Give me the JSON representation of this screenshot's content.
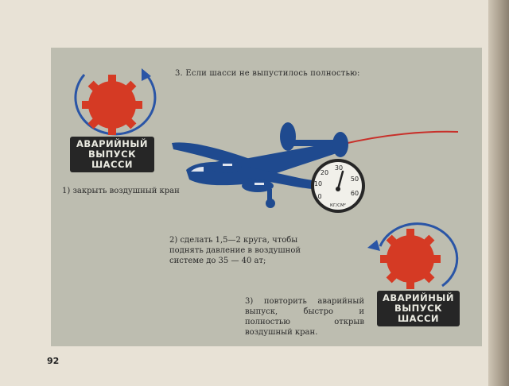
{
  "page": {
    "title": "3. Если шасси не выпустилось полностью:",
    "page_number": "92"
  },
  "steps": [
    {
      "text": "1) закрыть воздушный кран"
    },
    {
      "text": "2) сделать 1,5—2 круга, чтобы поднять давление в воздушной системе до 35 — 40 ат;"
    },
    {
      "text": "3) повторить аварийный выпуск, быстро и полностью открыв воздушный кран."
    }
  ],
  "badges": [
    {
      "lines": [
        "АВАРИЙНЫЙ",
        "ВЫПУСК",
        "ШАССИ"
      ]
    },
    {
      "lines": [
        "АВАРИЙНЫЙ",
        "ВЫПУСК",
        "ШАССИ"
      ]
    }
  ],
  "gauge": {
    "ticks": [
      "0",
      "10",
      "20",
      "30",
      "50",
      "60"
    ],
    "unit": "КГ/СМ²"
  },
  "colors": {
    "plate": "#bdbdb0",
    "aircraft": "#1f4a8f",
    "valve": "#d53a24",
    "badge": "#262626",
    "arrow": "#2a55a6",
    "line": "#c8302a"
  },
  "icons": [
    "valve-wheel-icon",
    "rotation-arrow-icon",
    "aircraft-illustration",
    "pressure-gauge-icon"
  ]
}
